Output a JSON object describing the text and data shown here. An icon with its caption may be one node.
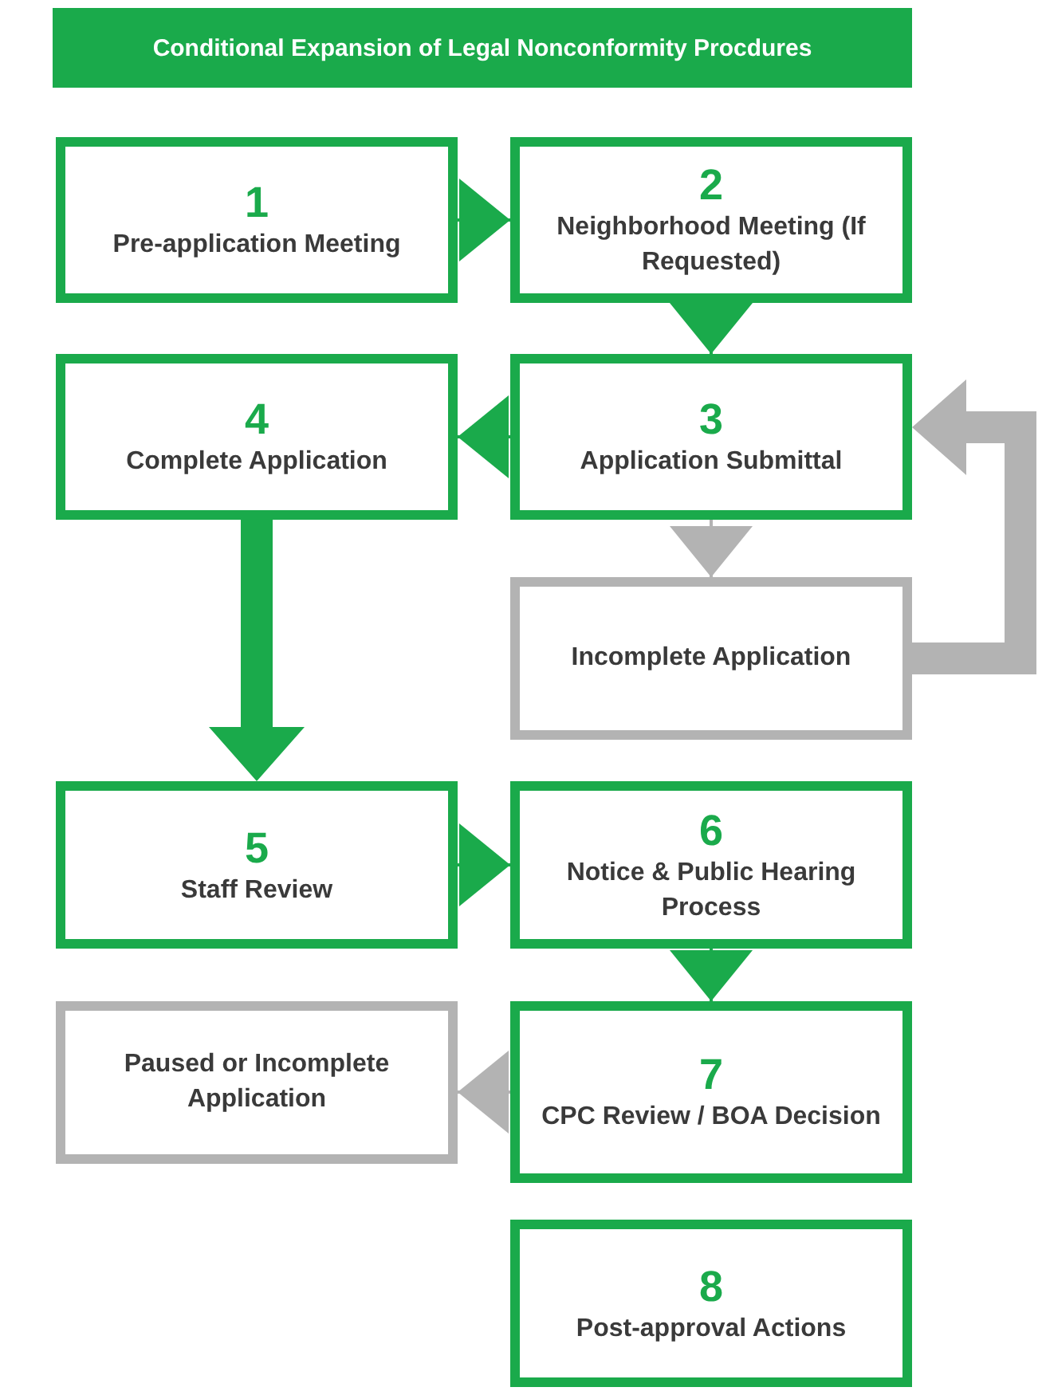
{
  "diagram": {
    "title": "Conditional Expansion of Legal Nonconformity Procdures",
    "nodes": [
      {
        "text": [
          "1",
          "Pre-application Meeting"
        ]
      },
      {
        "text": [
          "2",
          "Neighborhood Meeting (If Requested)"
        ]
      },
      {
        "text": [
          "3",
          "Application Submittal"
        ]
      },
      {
        "text": [
          "4",
          "Complete Application"
        ]
      },
      {
        "text": [
          "Incomplete Application"
        ]
      },
      {
        "text": [
          "5",
          "Staff Review"
        ]
      },
      {
        "text": [
          "6",
          "Notice & Public Hearing Process"
        ]
      },
      {
        "text": [
          "Paused or Incomplete Application"
        ]
      },
      {
        "text": [
          "7",
          "CPC Review / BOA Decision"
        ]
      },
      {
        "text": [
          "8",
          "Post-approval Actions"
        ]
      }
    ],
    "edges": [
      {
        "from": 0,
        "to": 1,
        "arrow": "to"
      },
      {
        "from": 1,
        "to": 2,
        "arrow": "to"
      },
      {
        "from": 2,
        "to": 3,
        "arrow": "to"
      },
      {
        "from": 2,
        "to": 4,
        "arrow": "to",
        "color": "#b3b3b3"
      },
      {
        "from": 4,
        "to": 2,
        "arrow": "to",
        "style": "thick",
        "color": "#b3b3b3"
      },
      {
        "from": 3,
        "to": 5,
        "arrow": "to",
        "style": "thick"
      },
      {
        "from": 5,
        "to": 6,
        "arrow": "to"
      },
      {
        "from": 6,
        "to": 8,
        "arrow": "to"
      },
      {
        "from": 8,
        "to": 7,
        "arrow": "to",
        "color": "#b3b3b3"
      }
    ]
  }
}
